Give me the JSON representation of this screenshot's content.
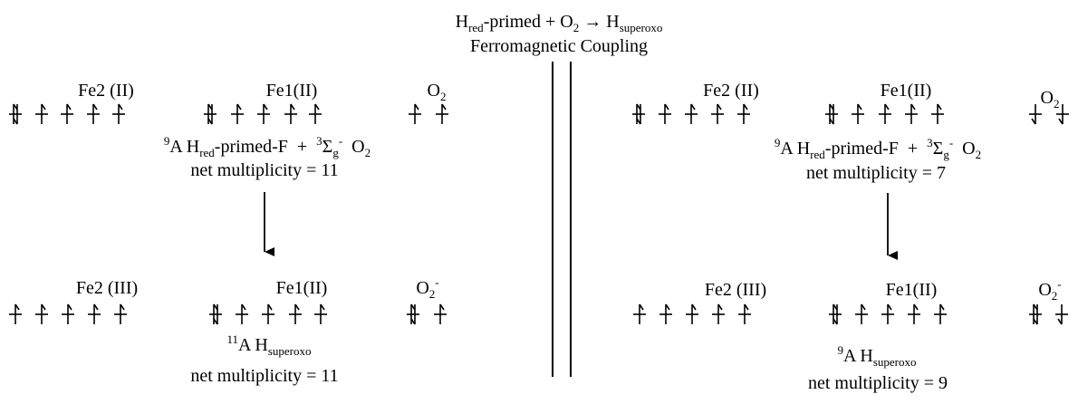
{
  "header": {
    "reaction": {
      "h": "H",
      "sub1": "red",
      "mid": "-primed + O",
      "sub2": "2",
      "arrow": " → H",
      "sub3": "superoxo"
    },
    "subtitle": "Ferromagnetic Coupling"
  },
  "left_panel": {
    "top": {
      "fe2_label": "Fe2 (II)",
      "fe1_label": "Fe1(II)",
      "o2_label": "O",
      "o2_sub": "2",
      "fe2_orbitals": [
        "pair",
        "up",
        "up",
        "up",
        "up"
      ],
      "fe1_orbitals": [
        "pair",
        "up",
        "up",
        "up",
        "up"
      ],
      "o2_orbitals": [
        "up",
        "up"
      ],
      "state_label": {
        "sup1": "9",
        "a": "A H",
        "sub1": "red",
        "rest1": "-primed-F  +  ",
        "sup2": "3",
        "sigma": "Σ",
        "sub2": "g",
        "sup3": "-",
        "rest2": "  O",
        "sub3": "2"
      },
      "multiplicity": "net multiplicity = 11"
    },
    "bottom": {
      "fe2_label": "Fe2 (III)",
      "fe1_label": "Fe1(II)",
      "o2_label": "O",
      "o2_sub": "2",
      "o2_sup": "-",
      "fe2_orbitals": [
        "up",
        "up",
        "up",
        "up",
        "up"
      ],
      "fe1_orbitals": [
        "pair",
        "up",
        "up",
        "up",
        "up"
      ],
      "o2_orbitals": [
        "pair",
        "up"
      ],
      "state_label": {
        "sup": "11",
        "a": "A H",
        "sub": "superoxo"
      },
      "multiplicity": "net multiplicity = 11"
    }
  },
  "right_panel": {
    "top": {
      "fe2_label": "Fe2 (II)",
      "fe1_label": "Fe1(II)",
      "o2_label": "O",
      "o2_sub": "2",
      "fe2_orbitals": [
        "pair",
        "up",
        "up",
        "up",
        "up"
      ],
      "fe1_orbitals": [
        "pair",
        "up",
        "up",
        "up",
        "up"
      ],
      "o2_orbitals": [
        "down",
        "down"
      ],
      "state_label": {
        "sup1": "9",
        "a": "A H",
        "sub1": "red",
        "rest1": "-primed-F  +  ",
        "sup2": "3",
        "sigma": "Σ",
        "sub2": "g",
        "sup3": "-",
        "rest2": "  O",
        "sub3": "2"
      },
      "multiplicity": "net multiplicity = 7"
    },
    "bottom": {
      "fe2_label": "Fe2 (III)",
      "fe1_label": "Fe1(II)",
      "o2_label": "O",
      "o2_sub": "2",
      "o2_sup": "-",
      "fe2_orbitals": [
        "up",
        "up",
        "up",
        "up",
        "up"
      ],
      "fe1_orbitals": [
        "pair",
        "up",
        "up",
        "up",
        "up"
      ],
      "o2_orbitals": [
        "pair",
        "down"
      ],
      "state_label": {
        "sup": "9",
        "a": "A H",
        "sub": "superoxo"
      },
      "multiplicity": "net multiplicity = 9"
    }
  }
}
